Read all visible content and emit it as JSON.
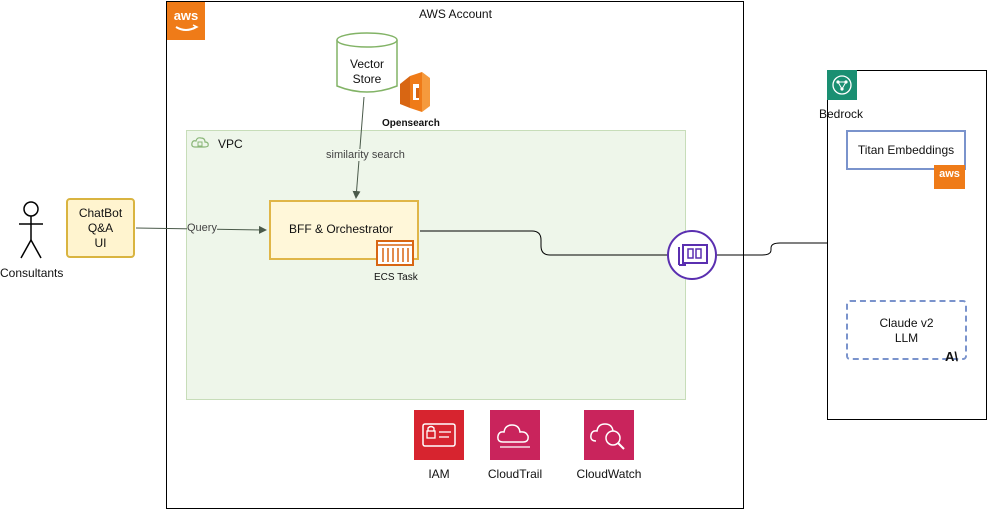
{
  "diagram": {
    "aws_account": {
      "title": "AWS Account",
      "logo_text": "aws"
    },
    "vpc": {
      "title": "VPC"
    },
    "vector_store": {
      "label_line1": "Vector",
      "label_line2": "Store",
      "service_label": "Opensearch"
    },
    "actor": {
      "label": "Consultants"
    },
    "chatbot": {
      "line1": "ChatBot",
      "line2": "Q&A",
      "line3": "UI"
    },
    "bff": {
      "label": "BFF & Orchestrator",
      "task_label": "ECS Task"
    },
    "edges": {
      "query": "Query",
      "similarity": "similarity search"
    },
    "services": [
      {
        "name": "IAM",
        "icon": "iam-icon",
        "color": "#d7242f"
      },
      {
        "name": "CloudTrail",
        "icon": "cloudtrail-icon",
        "color": "#c9245c"
      },
      {
        "name": "CloudWatch",
        "icon": "cloudwatch-icon",
        "color": "#c9245c"
      }
    ],
    "bedrock": {
      "label": "Bedrock",
      "titan": "Titan Embeddings",
      "titan_badge": "aws",
      "claude_line1": "Claude v2",
      "claude_line2": "LLM",
      "anthropic_mark": "A\\"
    },
    "colors": {
      "aws_orange": "#ef7b18",
      "vpc_fill": "#eef6ea",
      "endpoint_purple": "#5a2fb0",
      "bedrock_green": "#1a8f72"
    }
  }
}
